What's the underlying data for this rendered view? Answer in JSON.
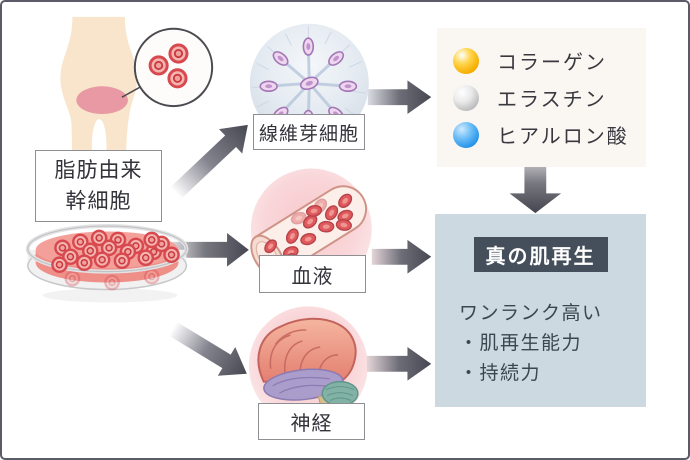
{
  "diagram": {
    "source": {
      "line1": "脂肪由来",
      "line2": "幹細胞"
    },
    "cell_types": {
      "fibroblast": "線維芽細胞",
      "blood": "血液",
      "nerve": "神経"
    },
    "products": {
      "items": [
        {
          "label": "コラーゲン",
          "color": "#f5b301"
        },
        {
          "label": "エラスチン",
          "color": "#bfbfbf"
        },
        {
          "label": "ヒアルロン酸",
          "color": "#2e9df0"
        }
      ]
    },
    "result": {
      "badge": "真の肌再生",
      "heading": "ワンランク高い",
      "bullets": [
        "・肌再生能力",
        "・持続力"
      ]
    },
    "colors": {
      "arrow_dark": "#474752",
      "products_box_bg": "#faf7f3",
      "result_box_bg": "#cdd9e0",
      "badge_bg": "#454e5b",
      "pink_circle": "#f8ccd0",
      "fibroblast_circle": "#dde3ec",
      "skin": "#f8e5cb",
      "fat_oval": "#e899a3"
    }
  }
}
